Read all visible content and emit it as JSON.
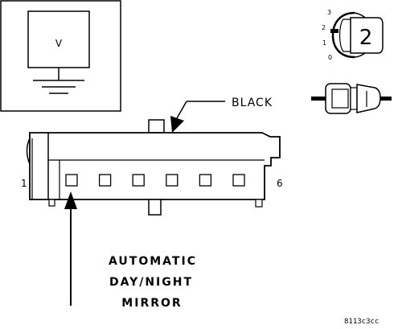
{
  "meter": {
    "symbol": "V"
  },
  "ignition_switch": {
    "positions": [
      "3",
      "2",
      "1",
      "0"
    ],
    "selected_position": "2"
  },
  "connector": {
    "wire_color_label": "BLACK",
    "pin_start_label": "1",
    "pin_end_label": "6",
    "pin_count": 6,
    "highlighted_pin": 1
  },
  "callout": {
    "lines": [
      "AUTOMATIC",
      "DAY/NIGHT",
      "MIRROR"
    ]
  },
  "figure_id": "8113c3cc",
  "icons": {
    "meter": "voltmeter-icon",
    "ignition": "ignition-key-icon",
    "probe": "test-probe-icon",
    "ground": "ground-icon"
  }
}
